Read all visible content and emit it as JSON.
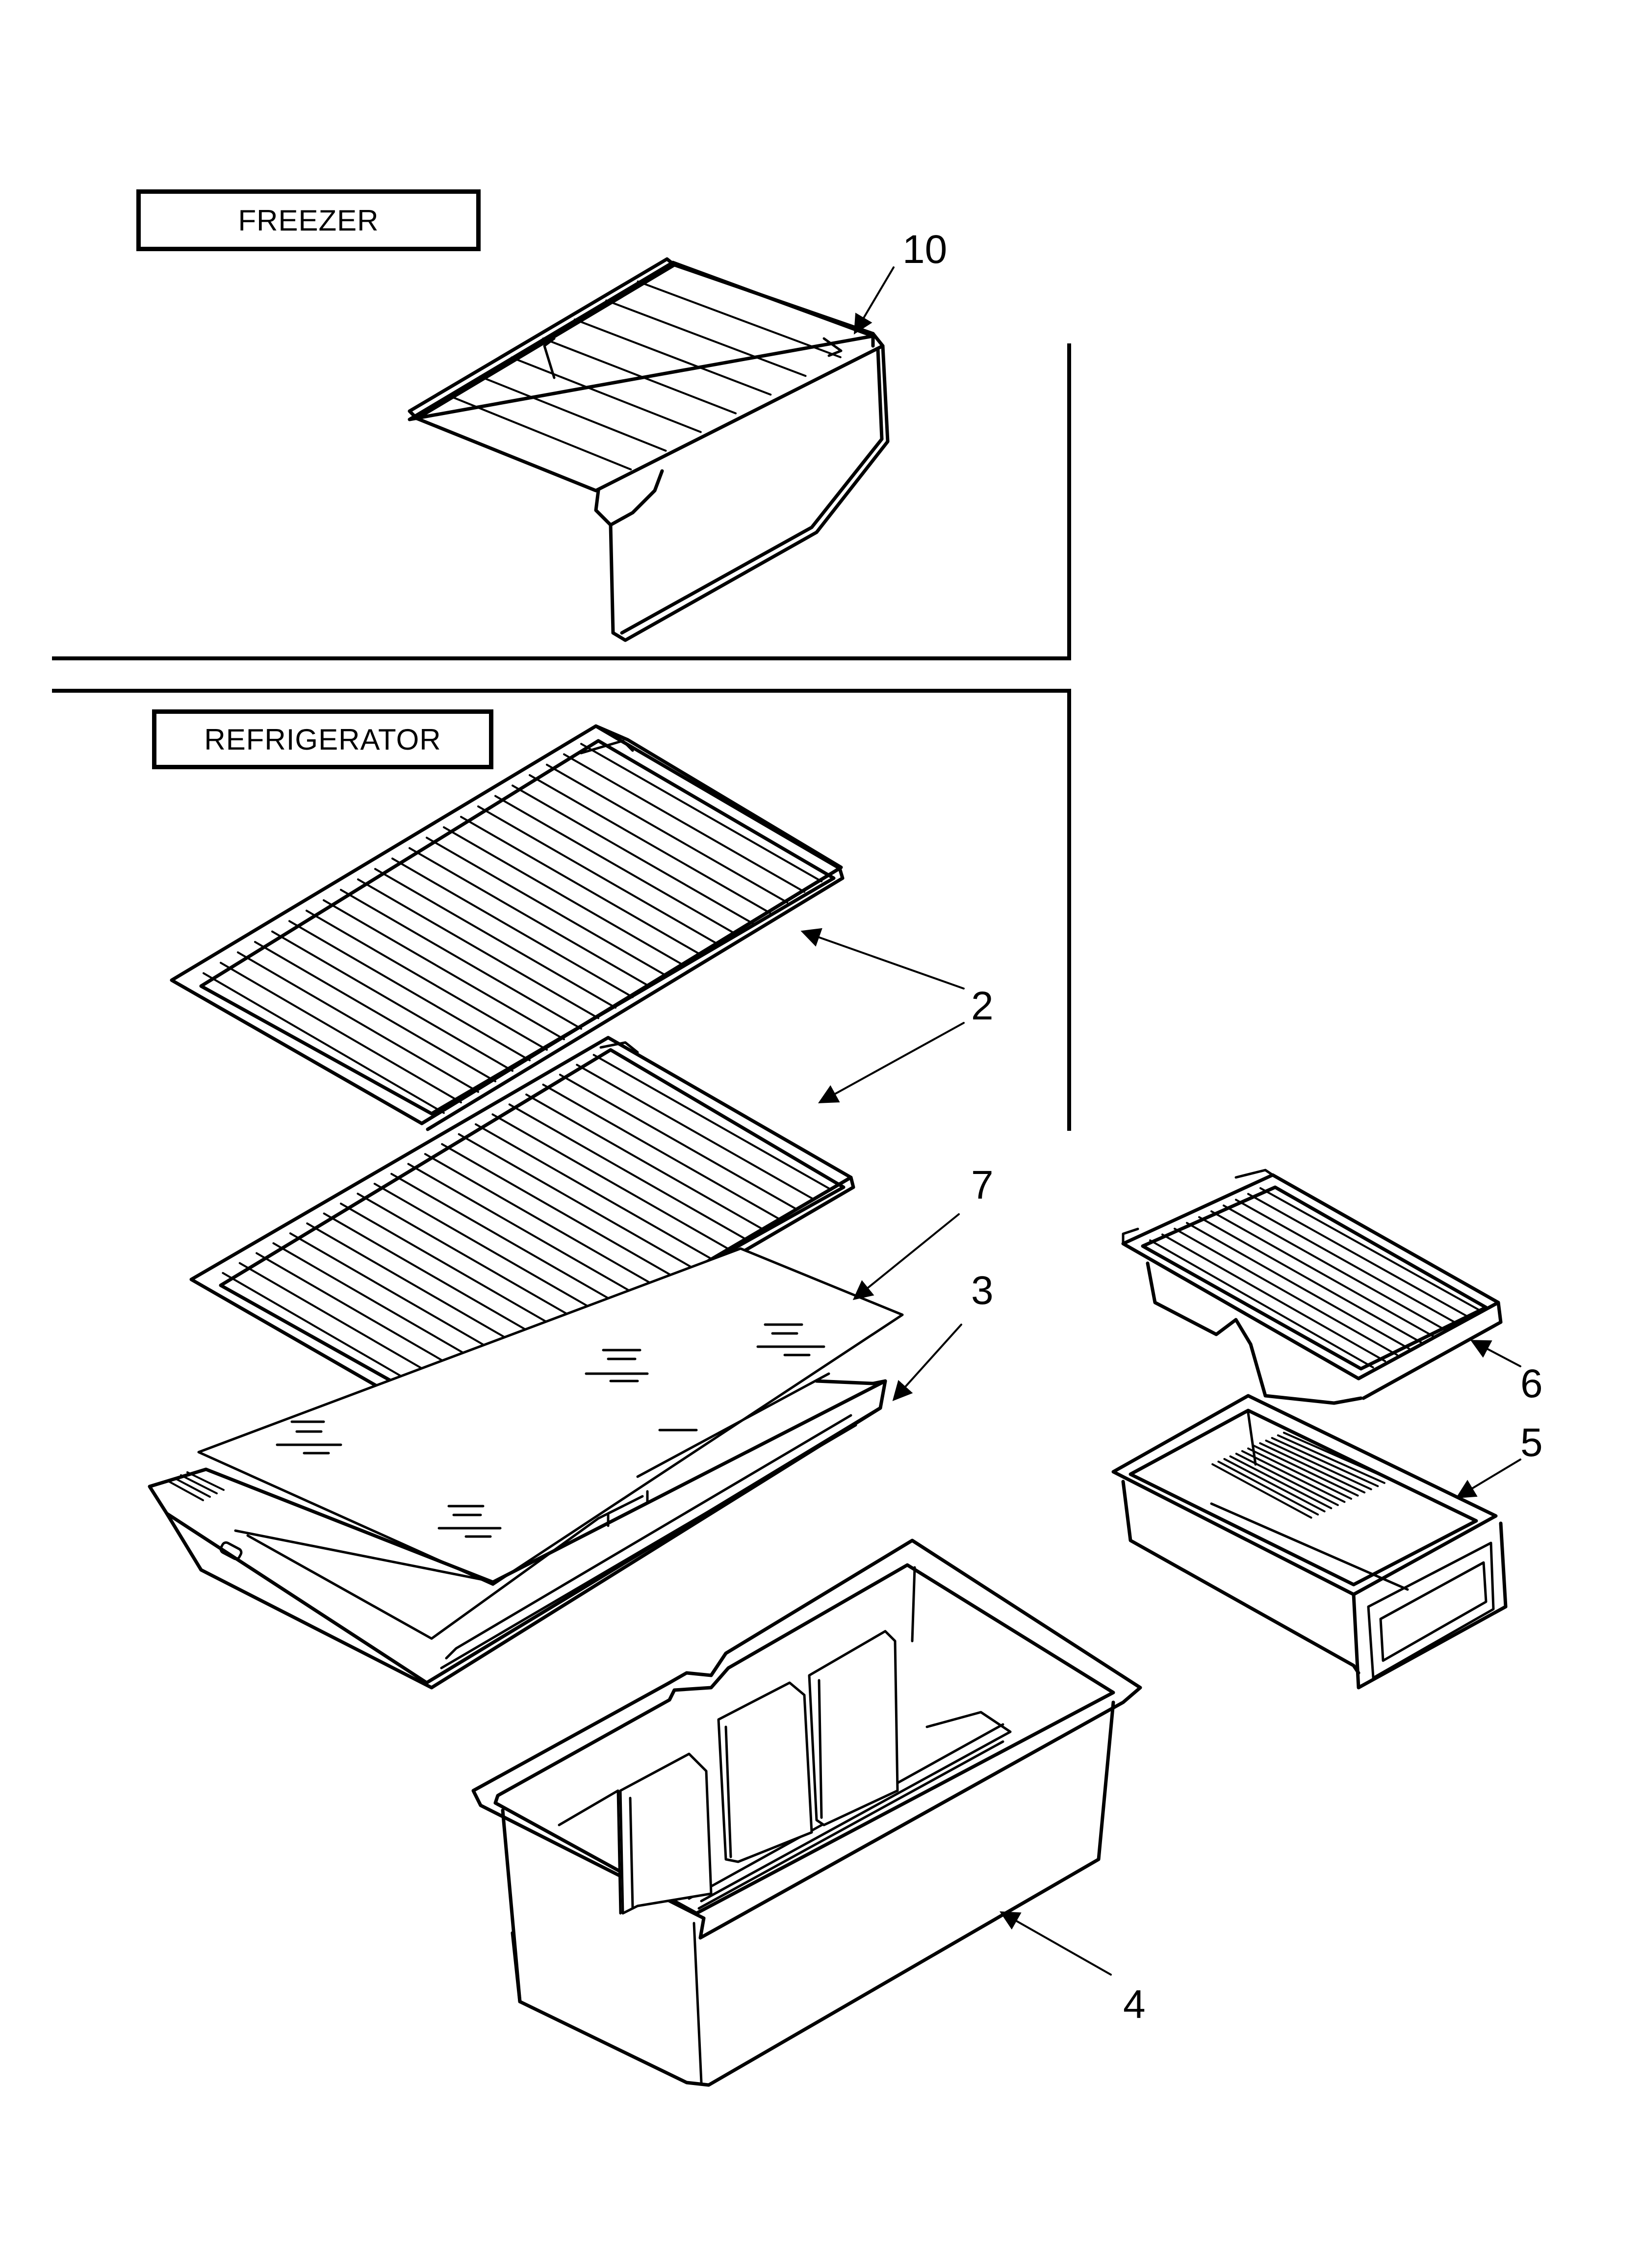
{
  "sections": {
    "freezer": "FREEZER",
    "refrigerator": "REFRIGERATOR"
  },
  "callouts": [
    {
      "id": "10",
      "label": "10"
    },
    {
      "id": "2",
      "label": "2"
    },
    {
      "id": "7",
      "label": "7"
    },
    {
      "id": "3",
      "label": "3"
    },
    {
      "id": "6",
      "label": "6"
    },
    {
      "id": "5",
      "label": "5"
    },
    {
      "id": "4",
      "label": "4"
    }
  ]
}
